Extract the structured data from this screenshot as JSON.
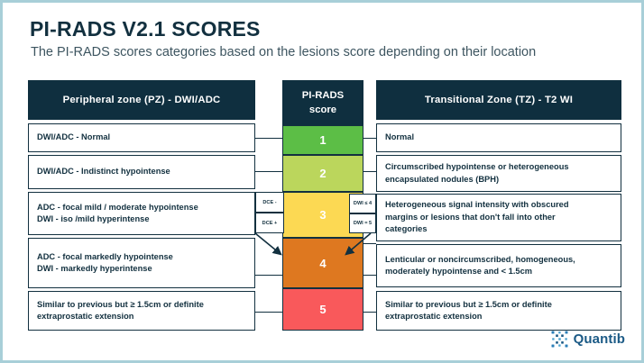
{
  "header": {
    "title": "PI-RADS V2.1 SCORES",
    "subtitle": "The PI-RADS scores categories based on the lesions score depending on their location"
  },
  "colors": {
    "navy": "#0f2f3f",
    "border": "#12303f",
    "page_border": "#a8cfd8",
    "logo_blue": "#1b5a86",
    "score_1": "#5cbe46",
    "score_2": "#bbd65c",
    "score_3": "#fcd953",
    "score_4": "#de7820",
    "score_5": "#f9595b"
  },
  "left_column": {
    "header": "Peripheral zone (PZ) - DWI/ADC",
    "rows": [
      {
        "lines": [
          "DWI/ADC  - Normal"
        ]
      },
      {
        "lines": [
          "DWI/ADC - Indistinct hypointense"
        ]
      },
      {
        "lines": [
          "ADC  - focal mild / moderate hypointense",
          "DWI - iso /mild hyperintense"
        ]
      },
      {
        "lines": [
          "ADC  - focal markedly hypointense",
          "DWI - markedly hyperintense"
        ]
      },
      {
        "lines": [
          "Similar to previous but ≥ 1.5cm or definite",
          "extraprostatic extension"
        ]
      }
    ]
  },
  "center_column": {
    "header_line1": "PI-RADS",
    "header_line2": "score",
    "scores": [
      {
        "label": "1",
        "color": "#5cbe46"
      },
      {
        "label": "2",
        "color": "#bbd65c"
      },
      {
        "label": "3",
        "color": "#fcd953"
      },
      {
        "label": "4",
        "color": "#de7820"
      },
      {
        "label": "5",
        "color": "#f9595b"
      }
    ]
  },
  "right_column": {
    "header": "Transitional Zone (TZ) - T2 WI",
    "rows": [
      {
        "lines": [
          "Normal"
        ]
      },
      {
        "lines": [
          "Circumscribed hypointense or heterogeneous",
          "encapsulated nodules (BPH)"
        ]
      },
      {
        "lines": [
          "Heterogeneous signal intensity with obscured",
          "margins or lesions that don't fall into other",
          "categories"
        ]
      },
      {
        "lines": [
          "Lenticular or noncircumscribed, homogeneous,",
          "moderately hypointense and < 1.5cm"
        ]
      },
      {
        "lines": [
          "Similar to previous but ≥ 1.5cm or definite",
          "extraprostatic extension"
        ]
      }
    ]
  },
  "annotations": {
    "dce_negative": "DCE -",
    "dce_positive": "DCE +",
    "dwi_le_4": "DWI ≤ 4",
    "dwi_eq_5": "DWI = 5"
  },
  "logo": {
    "name": "Quantib"
  }
}
